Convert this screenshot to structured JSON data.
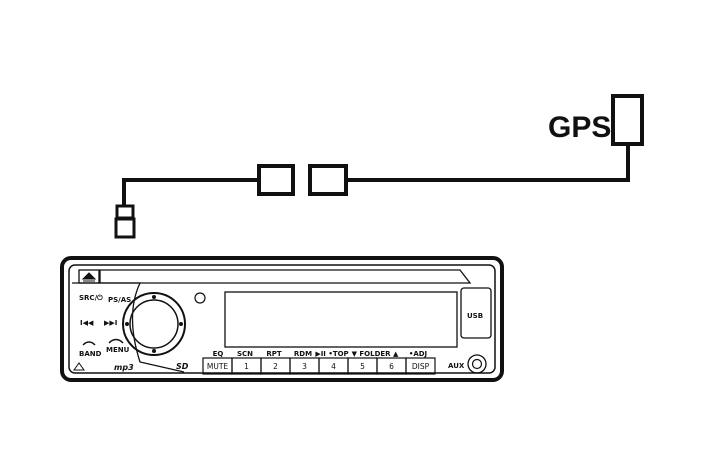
{
  "gps": {
    "label": "GPS"
  },
  "head_unit": {
    "left_labels": {
      "src": "SRC/⏻",
      "ps_as": "PS/AS",
      "prev": "I◀◀",
      "next": "▶▶I",
      "band": "BAND",
      "menu": "MENU",
      "mp3": "mp3",
      "sd": "SD"
    },
    "top_labels": {
      "eq": "EQ",
      "scn": "SCN",
      "rpt": "RPT",
      "rdm": "RDM",
      "top": "▶II  •TOP",
      "folder": "▼ FOLDER ▲",
      "adj": "•ADJ"
    },
    "buttons": [
      "MUTE",
      "1",
      "2",
      "3",
      "4",
      "5",
      "6",
      "DISP"
    ],
    "usb_label": "USB",
    "aux_label": "AUX"
  }
}
